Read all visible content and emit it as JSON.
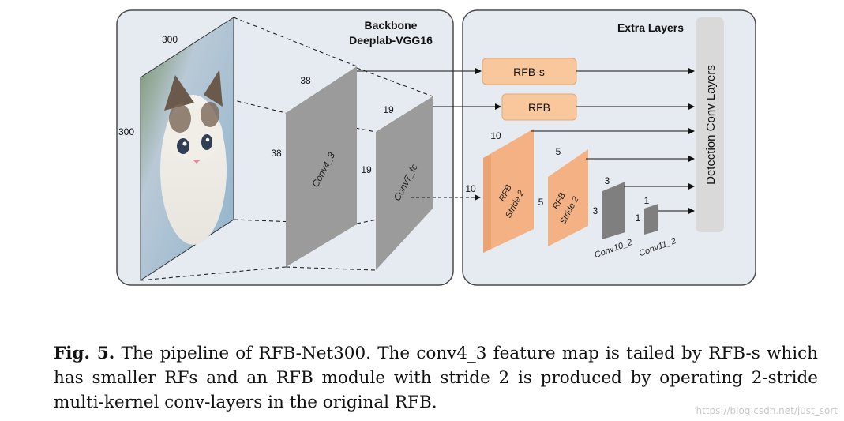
{
  "backbone": {
    "title_line1": "Backbone",
    "title_line2": "Deeplab-VGG16"
  },
  "extra": {
    "title": "Extra Layers"
  },
  "image_dims": {
    "top": "300",
    "left": "300"
  },
  "conv4_3": {
    "label": "Conv4_3",
    "top": "38",
    "left": "38"
  },
  "conv7_fc": {
    "label": "Conv7_fc",
    "top": "19",
    "left": "19"
  },
  "rfb_s": {
    "label": "RFB-s"
  },
  "rfb": {
    "label": "RFB"
  },
  "rfb_stride_a": {
    "label1": "RFB",
    "label2": "Stride 2",
    "top": "10",
    "left": "10"
  },
  "rfb_stride_b": {
    "label1": "RFB",
    "label2": "Stride 2",
    "top": "5",
    "left": "5"
  },
  "conv10_2": {
    "label": "Conv10_2",
    "top": "3",
    "left": "3"
  },
  "conv11_2": {
    "label": "Conv11_2",
    "top": "1",
    "left": "1"
  },
  "detection": {
    "label": "Detection Conv Layers"
  },
  "caption": {
    "prefix": "Fig. 5.",
    "text": " The pipeline of RFB-Net300. The conv4_3 feature map is tailed by RFB-s which has smaller RFs and an RFB module with stride 2 is produced by operating 2-stride multi-kernel conv-layers in the original RFB."
  },
  "watermark": "https://blog.csdn.net/just_sort",
  "colors": {
    "panel_fill": "#e6ebf2",
    "panel_stroke": "#4a4a4a",
    "rfb_fill": "#f8c79b",
    "rfb_stride_fill": "#f4b183",
    "conv_gray": "#9b9b9b",
    "detection_fill": "#d9d9d9"
  }
}
